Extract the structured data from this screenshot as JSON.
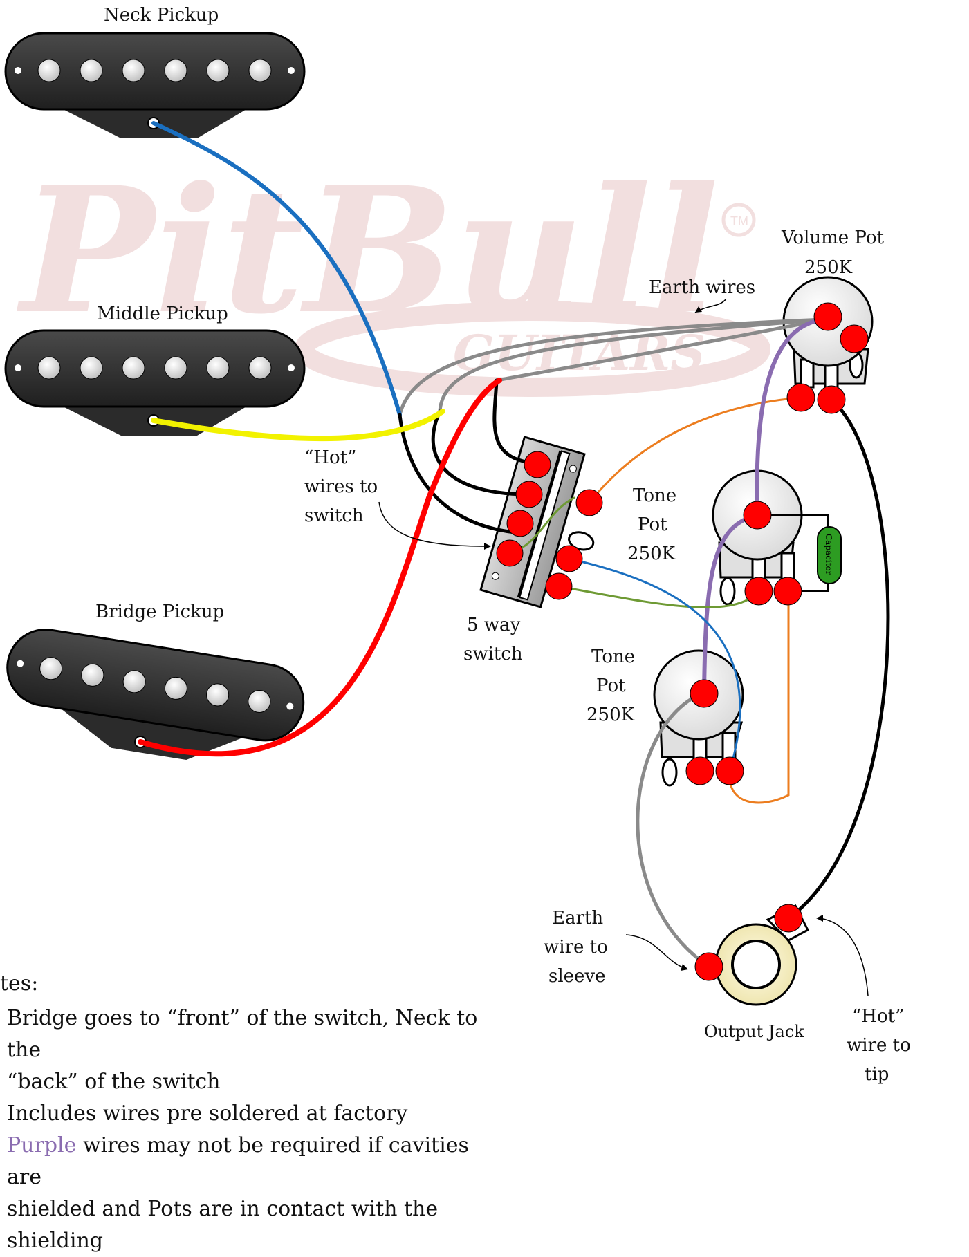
{
  "labels": {
    "neck_pickup": "Neck Pickup",
    "middle_pickup": "Middle Pickup",
    "bridge_pickup": "Bridge Pickup",
    "volume_pot": [
      "Volume Pot",
      "250K"
    ],
    "earth_wires": "Earth wires",
    "tone_pot_1": [
      "Tone",
      "Pot",
      "250K"
    ],
    "tone_pot_2": [
      "Tone",
      "Pot",
      "250K"
    ],
    "hot_wires": [
      "“Hot”",
      "wires to",
      "switch"
    ],
    "five_way_switch": [
      "5 way",
      "switch"
    ],
    "capacitor": "Capacitor",
    "earth_to_sleeve": [
      "Earth",
      "wire to",
      "sleeve"
    ],
    "output_jack": "Output Jack",
    "hot_to_tip": [
      "“Hot”",
      "wire to",
      "tip"
    ]
  },
  "watermark": {
    "brand": "PitBull",
    "sub": "GUITARS",
    "mark": "TM",
    "color": "#f0d9d9"
  },
  "notes": {
    "heading": "tes:",
    "items": [
      "Bridge goes to “front” of the switch, Neck to the",
      "“back” of the switch",
      "Includes wires pre soldered at factory"
    ],
    "purple_word": "Purple",
    "purple_rest": " wires may not be required if cavities are",
    "last_partial": "shielded and Pots are in contact with the shielding"
  },
  "colors": {
    "blue": "#1a6fc0",
    "yellow": "#f2f200",
    "red": "#ff0000",
    "black": "#000000",
    "grey": "#8a8a8a",
    "purple": "#8a6cb0",
    "orange": "#ec7d1f",
    "green": "#6e9a34",
    "solder": "#ff0000",
    "capacitor": "#2d9c22"
  }
}
